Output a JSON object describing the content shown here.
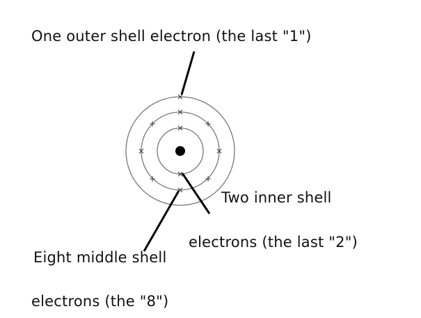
{
  "diagram": {
    "labels": {
      "outer": "One outer shell electron (the last \"1\")",
      "inner_line1": "Two inner shell",
      "inner_line2": "electrons (the last \"2\")",
      "middle_line1": "Eight middle shell",
      "middle_line2": "electrons (the \"8\")"
    },
    "colors": {
      "shell": "#777777",
      "nucleus": "#000000",
      "pointer": "#000000",
      "text": "#111111"
    },
    "shells": [
      {
        "name": "inner",
        "electron_count": 2
      },
      {
        "name": "middle",
        "electron_count": 8
      },
      {
        "name": "outer",
        "electron_count": 1
      }
    ]
  }
}
